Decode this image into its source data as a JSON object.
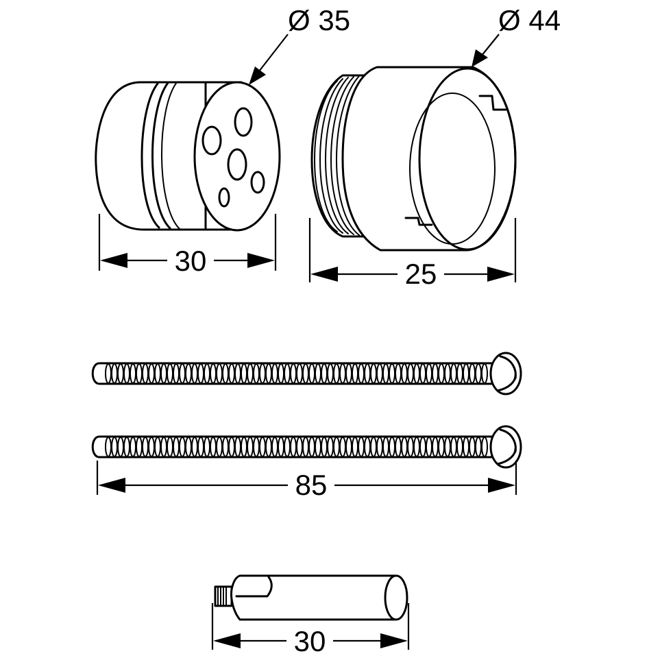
{
  "labels": {
    "diameter_cap": "Ø 35",
    "diameter_sleeve": "Ø 44",
    "length_cap": "30",
    "length_sleeve": "25",
    "length_screws": "85",
    "length_pin": "30"
  }
}
